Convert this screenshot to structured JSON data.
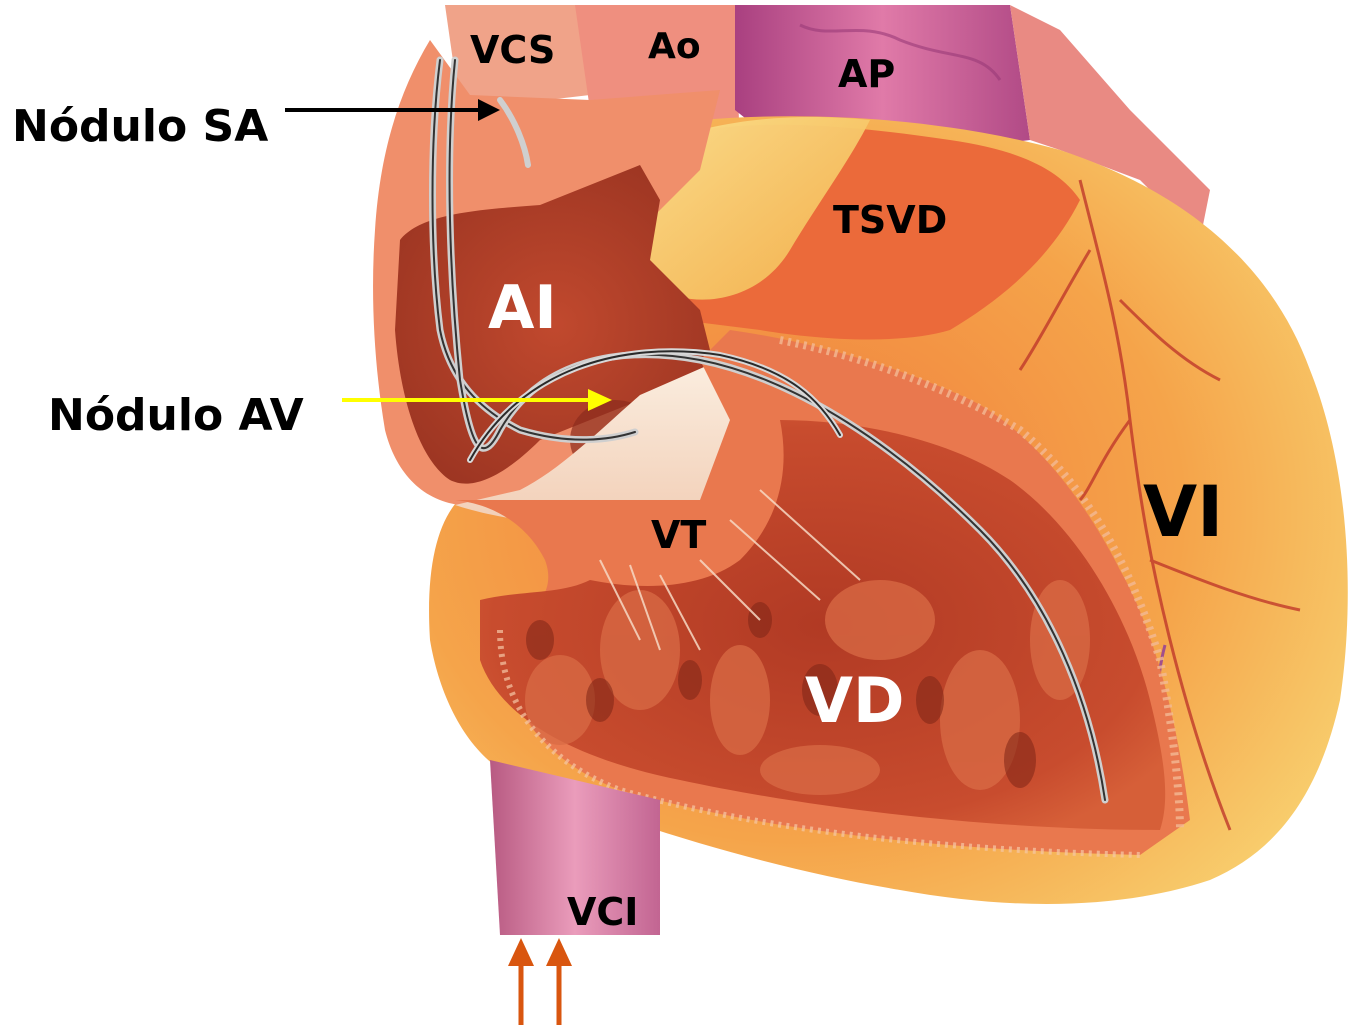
{
  "labels": {
    "vcs": "VCS",
    "ao": "Ao",
    "ap": "AP",
    "tsvd": "TSVD",
    "ai": "AI",
    "vt": "VT",
    "vi": "VI",
    "vd": "VD",
    "vci": "VCI",
    "nodulo_sa": "Nódulo SA",
    "nodulo_av": "Nódulo AV"
  },
  "colors": {
    "background": "#ffffff",
    "sa_arrow": "#000000",
    "av_arrow": "#ffff00",
    "flow_arrows": "#d9560f",
    "label_dark": "#000000",
    "label_light": "#ffffff",
    "myocardium": "#e8613a",
    "epicardial_fat": "#f7c25a",
    "atrium_wall": "#f09a7a",
    "chamber_inner": "#b8432a",
    "tricuspid_valve": "#f6ddc6",
    "vena_cava": "#d2708f",
    "pulmonary_artery": "#c5548c",
    "aorta": "#ee8d7f",
    "lead_wire": "#3b3b3b"
  }
}
